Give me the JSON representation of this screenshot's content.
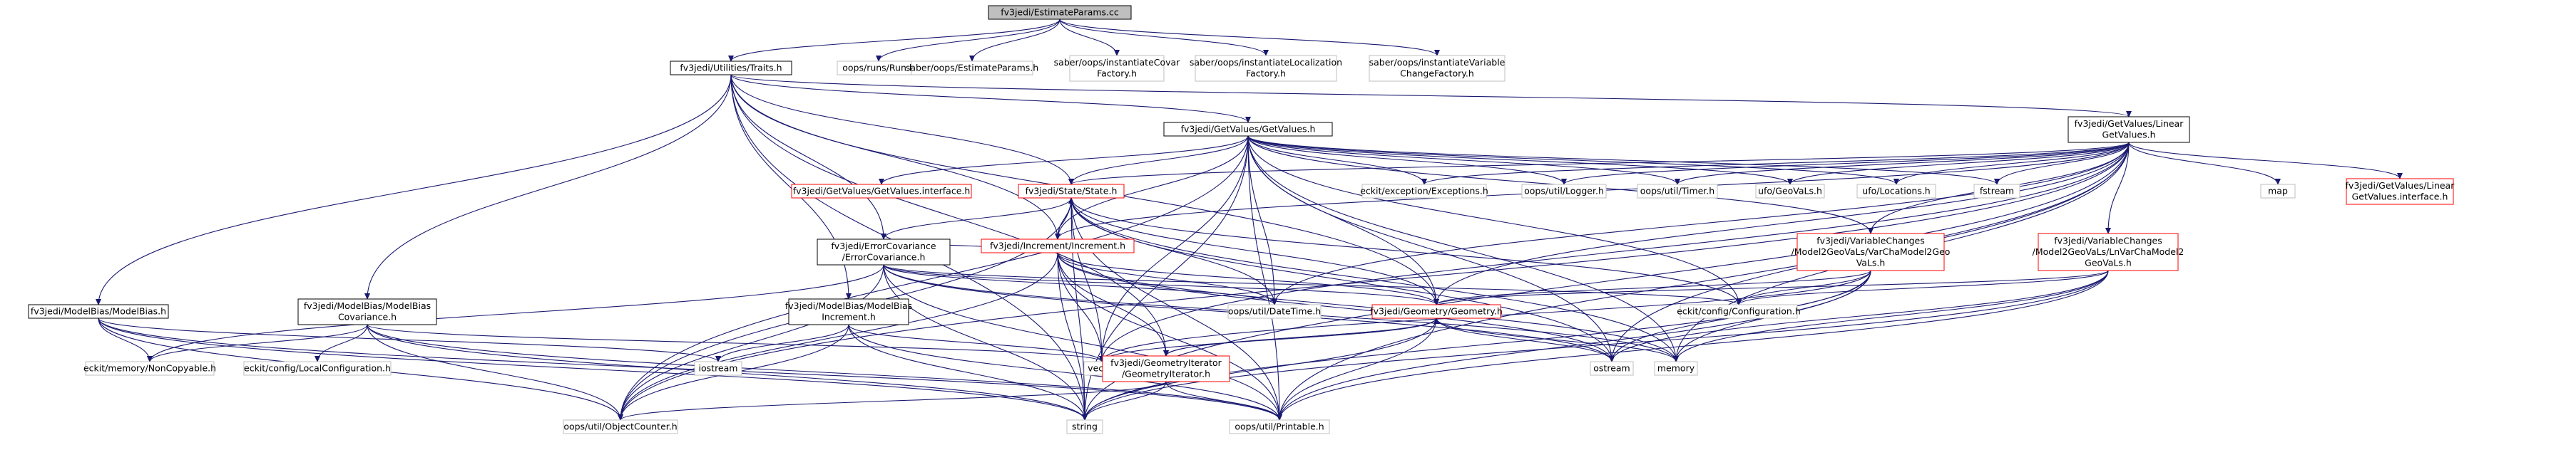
{
  "graph": {
    "root": "fv3jedi/EstimateParams.cc",
    "colors": {
      "root_fill": "#bfbfbf",
      "node_border": "#000000",
      "missing_border": "#bfbfbf",
      "red_border": "#ff0000",
      "edge": "#191970"
    },
    "nodes": [
      {
        "id": "root",
        "kind": "root",
        "lines": [
          "fv3jedi/EstimateParams.cc"
        ]
      },
      {
        "id": "traits",
        "kind": "normal",
        "lines": [
          "fv3jedi/Utilities/Traits.h"
        ]
      },
      {
        "id": "run",
        "kind": "grey",
        "lines": [
          "oops/runs/Run.h"
        ]
      },
      {
        "id": "estparams",
        "kind": "grey",
        "lines": [
          "saber/oops/EstimateParams.h"
        ]
      },
      {
        "id": "instcov",
        "kind": "grey",
        "lines": [
          "saber/oops/instantiateCovar",
          "Factory.h"
        ]
      },
      {
        "id": "instloc",
        "kind": "grey",
        "lines": [
          "saber/oops/instantiateLocalization",
          "Factory.h"
        ]
      },
      {
        "id": "instvar",
        "kind": "grey",
        "lines": [
          "saber/oops/instantiateVariable",
          "ChangeFactory.h"
        ]
      },
      {
        "id": "getvalues",
        "kind": "normal",
        "lines": [
          "fv3jedi/GetValues/GetValues.h"
        ]
      },
      {
        "id": "lingetvalues",
        "kind": "normal",
        "lines": [
          "fv3jedi/GetValues/Linear",
          "GetValues.h"
        ]
      },
      {
        "id": "gvinterface",
        "kind": "red",
        "lines": [
          "fv3jedi/GetValues/GetValues.interface.h"
        ]
      },
      {
        "id": "state",
        "kind": "red",
        "lines": [
          "fv3jedi/State/State.h"
        ]
      },
      {
        "id": "exceptions",
        "kind": "grey",
        "lines": [
          "eckit/exception/Exceptions.h"
        ]
      },
      {
        "id": "logger",
        "kind": "grey",
        "lines": [
          "oops/util/Logger.h"
        ]
      },
      {
        "id": "timer",
        "kind": "grey",
        "lines": [
          "oops/util/Timer.h"
        ]
      },
      {
        "id": "geovals",
        "kind": "grey",
        "lines": [
          "ufo/GeoVaLs.h"
        ]
      },
      {
        "id": "locations",
        "kind": "grey",
        "lines": [
          "ufo/Locations.h"
        ]
      },
      {
        "id": "fstream",
        "kind": "grey",
        "lines": [
          "fstream"
        ]
      },
      {
        "id": "map",
        "kind": "grey",
        "lines": [
          "map"
        ]
      },
      {
        "id": "lingvinterface",
        "kind": "red",
        "lines": [
          "fv3jedi/GetValues/Linear",
          "GetValues.interface.h"
        ]
      },
      {
        "id": "errcov",
        "kind": "normal",
        "lines": [
          "fv3jedi/ErrorCovariance",
          "/ErrorCovariance.h"
        ]
      },
      {
        "id": "increment",
        "kind": "red",
        "lines": [
          "fv3jedi/Increment/Increment.h"
        ]
      },
      {
        "id": "varcha",
        "kind": "red",
        "lines": [
          "fv3jedi/VariableChanges",
          "/Model2GeoVaLs/VarChaModel2Geo",
          "VaLs.h"
        ]
      },
      {
        "id": "lnvarcha",
        "kind": "red",
        "lines": [
          "fv3jedi/VariableChanges",
          "/Model2GeoVaLs/LnVarChaModel2",
          "GeoVaLs.h"
        ]
      },
      {
        "id": "modelbias",
        "kind": "normal",
        "lines": [
          "fv3jedi/ModelBias/ModelBias.h"
        ]
      },
      {
        "id": "mbcov",
        "kind": "normal",
        "lines": [
          "fv3jedi/ModelBias/ModelBias",
          "Covariance.h"
        ]
      },
      {
        "id": "mbinc",
        "kind": "normal",
        "lines": [
          "fv3jedi/ModelBias/ModelBias",
          "Increment.h"
        ]
      },
      {
        "id": "datetime",
        "kind": "grey",
        "lines": [
          "oops/util/DateTime.h"
        ]
      },
      {
        "id": "geometry",
        "kind": "red",
        "lines": [
          "fv3jedi/Geometry/Geometry.h"
        ]
      },
      {
        "id": "configuration",
        "kind": "grey",
        "lines": [
          "eckit/config/Configuration.h"
        ]
      },
      {
        "id": "noncopyable",
        "kind": "grey",
        "lines": [
          "eckit/memory/NonCopyable.h"
        ]
      },
      {
        "id": "localconfig",
        "kind": "grey",
        "lines": [
          "eckit/config/LocalConfiguration.h"
        ]
      },
      {
        "id": "iostream",
        "kind": "grey",
        "lines": [
          "iostream"
        ]
      },
      {
        "id": "vector",
        "kind": "grey",
        "lines": [
          "vector"
        ]
      },
      {
        "id": "ostream",
        "kind": "grey",
        "lines": [
          "ostream"
        ]
      },
      {
        "id": "memory",
        "kind": "grey",
        "lines": [
          "memory"
        ]
      },
      {
        "id": "geoiter",
        "kind": "red",
        "lines": [
          "fv3jedi/GeometryIterator",
          "/GeometryIterator.h"
        ]
      },
      {
        "id": "objectcounter",
        "kind": "grey",
        "lines": [
          "oops/util/ObjectCounter.h"
        ]
      },
      {
        "id": "string",
        "kind": "grey",
        "lines": [
          "string"
        ]
      },
      {
        "id": "printable",
        "kind": "grey",
        "lines": [
          "oops/util/Printable.h"
        ]
      }
    ],
    "edges": [
      [
        "root",
        "traits"
      ],
      [
        "root",
        "run"
      ],
      [
        "root",
        "estparams"
      ],
      [
        "root",
        "instcov"
      ],
      [
        "root",
        "instloc"
      ],
      [
        "root",
        "instvar"
      ],
      [
        "traits",
        "getvalues"
      ],
      [
        "traits",
        "lingetvalues"
      ],
      [
        "traits",
        "state"
      ],
      [
        "traits",
        "errcov"
      ],
      [
        "traits",
        "increment"
      ],
      [
        "traits",
        "modelbias"
      ],
      [
        "traits",
        "mbcov"
      ],
      [
        "traits",
        "mbinc"
      ],
      [
        "traits",
        "geometry"
      ],
      [
        "traits",
        "geoiter"
      ],
      [
        "traits",
        "string"
      ],
      [
        "getvalues",
        "gvinterface"
      ],
      [
        "getvalues",
        "state"
      ],
      [
        "getvalues",
        "exceptions"
      ],
      [
        "getvalues",
        "logger"
      ],
      [
        "getvalues",
        "timer"
      ],
      [
        "getvalues",
        "geovals"
      ],
      [
        "getvalues",
        "locations"
      ],
      [
        "getvalues",
        "fstream"
      ],
      [
        "getvalues",
        "increment"
      ],
      [
        "getvalues",
        "varcha"
      ],
      [
        "getvalues",
        "datetime"
      ],
      [
        "getvalues",
        "geometry"
      ],
      [
        "getvalues",
        "configuration"
      ],
      [
        "getvalues",
        "vector"
      ],
      [
        "getvalues",
        "ostream"
      ],
      [
        "getvalues",
        "memory"
      ],
      [
        "getvalues",
        "objectcounter"
      ],
      [
        "getvalues",
        "string"
      ],
      [
        "getvalues",
        "printable"
      ],
      [
        "lingetvalues",
        "state"
      ],
      [
        "lingetvalues",
        "exceptions"
      ],
      [
        "lingetvalues",
        "logger"
      ],
      [
        "lingetvalues",
        "timer"
      ],
      [
        "lingetvalues",
        "geovals"
      ],
      [
        "lingetvalues",
        "locations"
      ],
      [
        "lingetvalues",
        "fstream"
      ],
      [
        "lingetvalues",
        "map"
      ],
      [
        "lingetvalues",
        "lingvinterface"
      ],
      [
        "lingetvalues",
        "increment"
      ],
      [
        "lingetvalues",
        "varcha"
      ],
      [
        "lingetvalues",
        "lnvarcha"
      ],
      [
        "lingetvalues",
        "datetime"
      ],
      [
        "lingetvalues",
        "geometry"
      ],
      [
        "lingetvalues",
        "vector"
      ],
      [
        "lingetvalues",
        "ostream"
      ],
      [
        "lingetvalues",
        "memory"
      ],
      [
        "lingetvalues",
        "string"
      ],
      [
        "lingetvalues",
        "printable"
      ],
      [
        "lingetvalues",
        "objectcounter"
      ],
      [
        "state",
        "increment"
      ],
      [
        "state",
        "datetime"
      ],
      [
        "state",
        "geometry"
      ],
      [
        "state",
        "configuration"
      ],
      [
        "state",
        "vector"
      ],
      [
        "state",
        "ostream"
      ],
      [
        "state",
        "memory"
      ],
      [
        "state",
        "objectcounter"
      ],
      [
        "state",
        "string"
      ],
      [
        "state",
        "printable"
      ],
      [
        "increment",
        "state"
      ],
      [
        "increment",
        "datetime"
      ],
      [
        "increment",
        "geometry"
      ],
      [
        "increment",
        "vector"
      ],
      [
        "increment",
        "ostream"
      ],
      [
        "increment",
        "memory"
      ],
      [
        "increment",
        "objectcounter"
      ],
      [
        "increment",
        "string"
      ],
      [
        "increment",
        "printable"
      ],
      [
        "increment",
        "geoiter"
      ],
      [
        "errcov",
        "increment"
      ],
      [
        "errcov",
        "state"
      ],
      [
        "errcov",
        "datetime"
      ],
      [
        "errcov",
        "geometry"
      ],
      [
        "errcov",
        "configuration"
      ],
      [
        "errcov",
        "noncopyable"
      ],
      [
        "errcov",
        "ostream"
      ],
      [
        "errcov",
        "memory"
      ],
      [
        "errcov",
        "objectcounter"
      ],
      [
        "errcov",
        "string"
      ],
      [
        "errcov",
        "printable"
      ],
      [
        "varcha",
        "geometry"
      ],
      [
        "varcha",
        "configuration"
      ],
      [
        "varcha",
        "ostream"
      ],
      [
        "varcha",
        "memory"
      ],
      [
        "varcha",
        "string"
      ],
      [
        "varcha",
        "printable"
      ],
      [
        "varcha",
        "vector"
      ],
      [
        "lnvarcha",
        "geometry"
      ],
      [
        "lnvarcha",
        "configuration"
      ],
      [
        "lnvarcha",
        "ostream"
      ],
      [
        "lnvarcha",
        "memory"
      ],
      [
        "lnvarcha",
        "string"
      ],
      [
        "lnvarcha",
        "printable"
      ],
      [
        "modelbias",
        "noncopyable"
      ],
      [
        "modelbias",
        "iostream"
      ],
      [
        "modelbias",
        "objectcounter"
      ],
      [
        "modelbias",
        "string"
      ],
      [
        "modelbias",
        "printable"
      ],
      [
        "mbcov",
        "noncopyable"
      ],
      [
        "mbcov",
        "localconfig"
      ],
      [
        "mbcov",
        "vector"
      ],
      [
        "mbcov",
        "objectcounter"
      ],
      [
        "mbcov",
        "string"
      ],
      [
        "mbcov",
        "printable"
      ],
      [
        "mbinc",
        "iostream"
      ],
      [
        "mbinc",
        "vector"
      ],
      [
        "mbinc",
        "objectcounter"
      ],
      [
        "mbinc",
        "string"
      ],
      [
        "mbinc",
        "printable"
      ],
      [
        "geometry",
        "vector"
      ],
      [
        "geometry",
        "ostream"
      ],
      [
        "geometry",
        "memory"
      ],
      [
        "geometry",
        "string"
      ],
      [
        "geometry",
        "printable"
      ],
      [
        "geometry",
        "geoiter"
      ],
      [
        "geoiter",
        "geometry"
      ],
      [
        "geoiter",
        "objectcounter"
      ],
      [
        "geoiter",
        "string"
      ],
      [
        "geoiter",
        "printable"
      ]
    ]
  }
}
